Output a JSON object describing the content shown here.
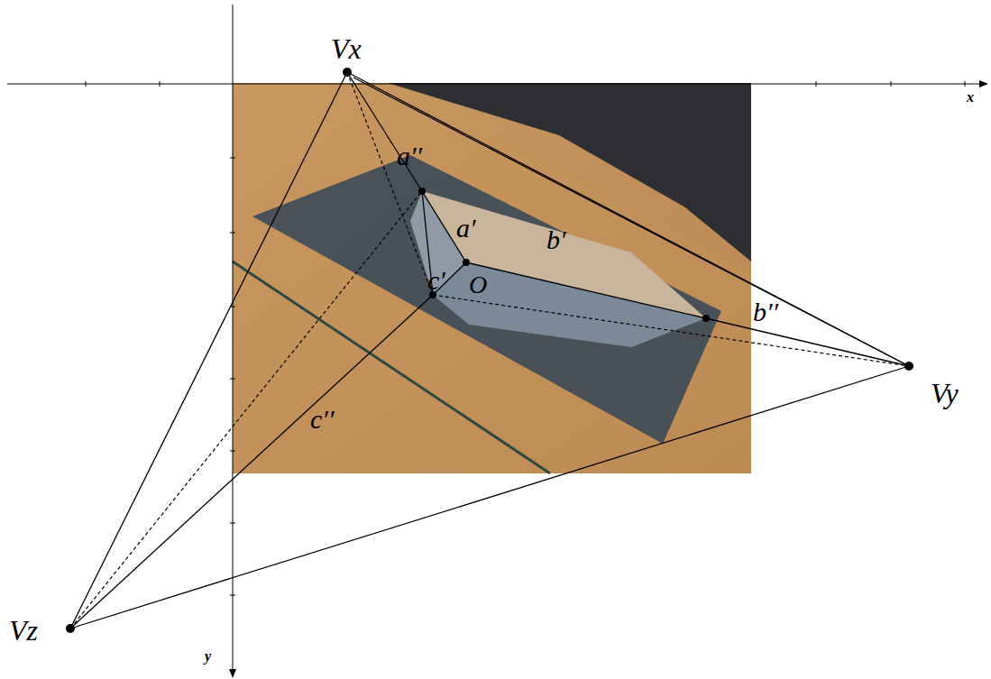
{
  "diagram": {
    "labels": [
      "Vx",
      "Vy",
      "Vz",
      "a′′",
      "a′",
      "b′",
      "b′′",
      "c′",
      "c′′",
      "O",
      "x",
      "y"
    ]
  }
}
